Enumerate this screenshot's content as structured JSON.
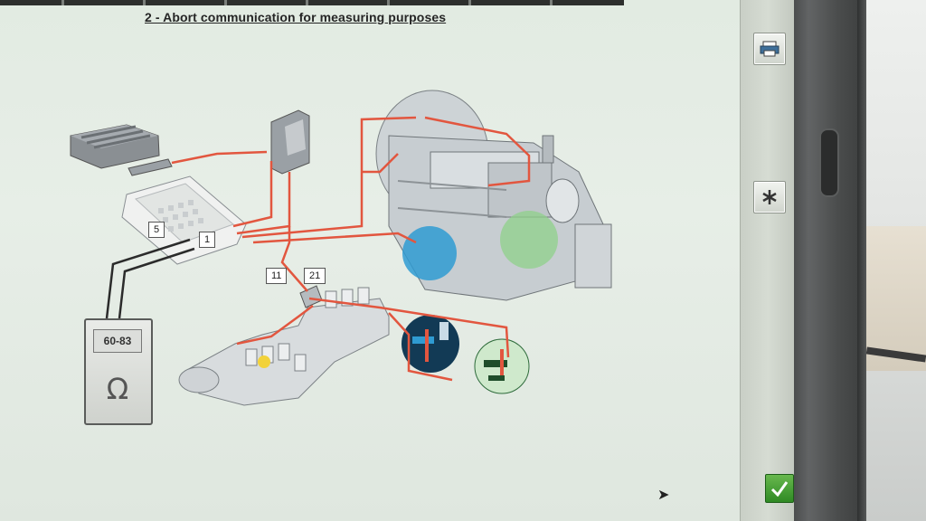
{
  "page": {
    "title": "2 - Abort communication for measuring purposes"
  },
  "diagram": {
    "labels": [
      "5",
      "1",
      "11",
      "21"
    ],
    "meter_reading": "60-83",
    "meter_symbol": "Ω"
  },
  "toolbar": {
    "print_icon": "print-icon",
    "settings_icon": "asterisk-icon",
    "ok_icon": "checkmark-icon"
  },
  "colors": {
    "wire": "#e2563f",
    "wire_dark": "#2b2b2b",
    "highlight_blue": "#2f9bd2",
    "highlight_green": "#8fd08a",
    "highlight_yellow": "#f2d23a",
    "ok_green": "#3a9a2d"
  }
}
